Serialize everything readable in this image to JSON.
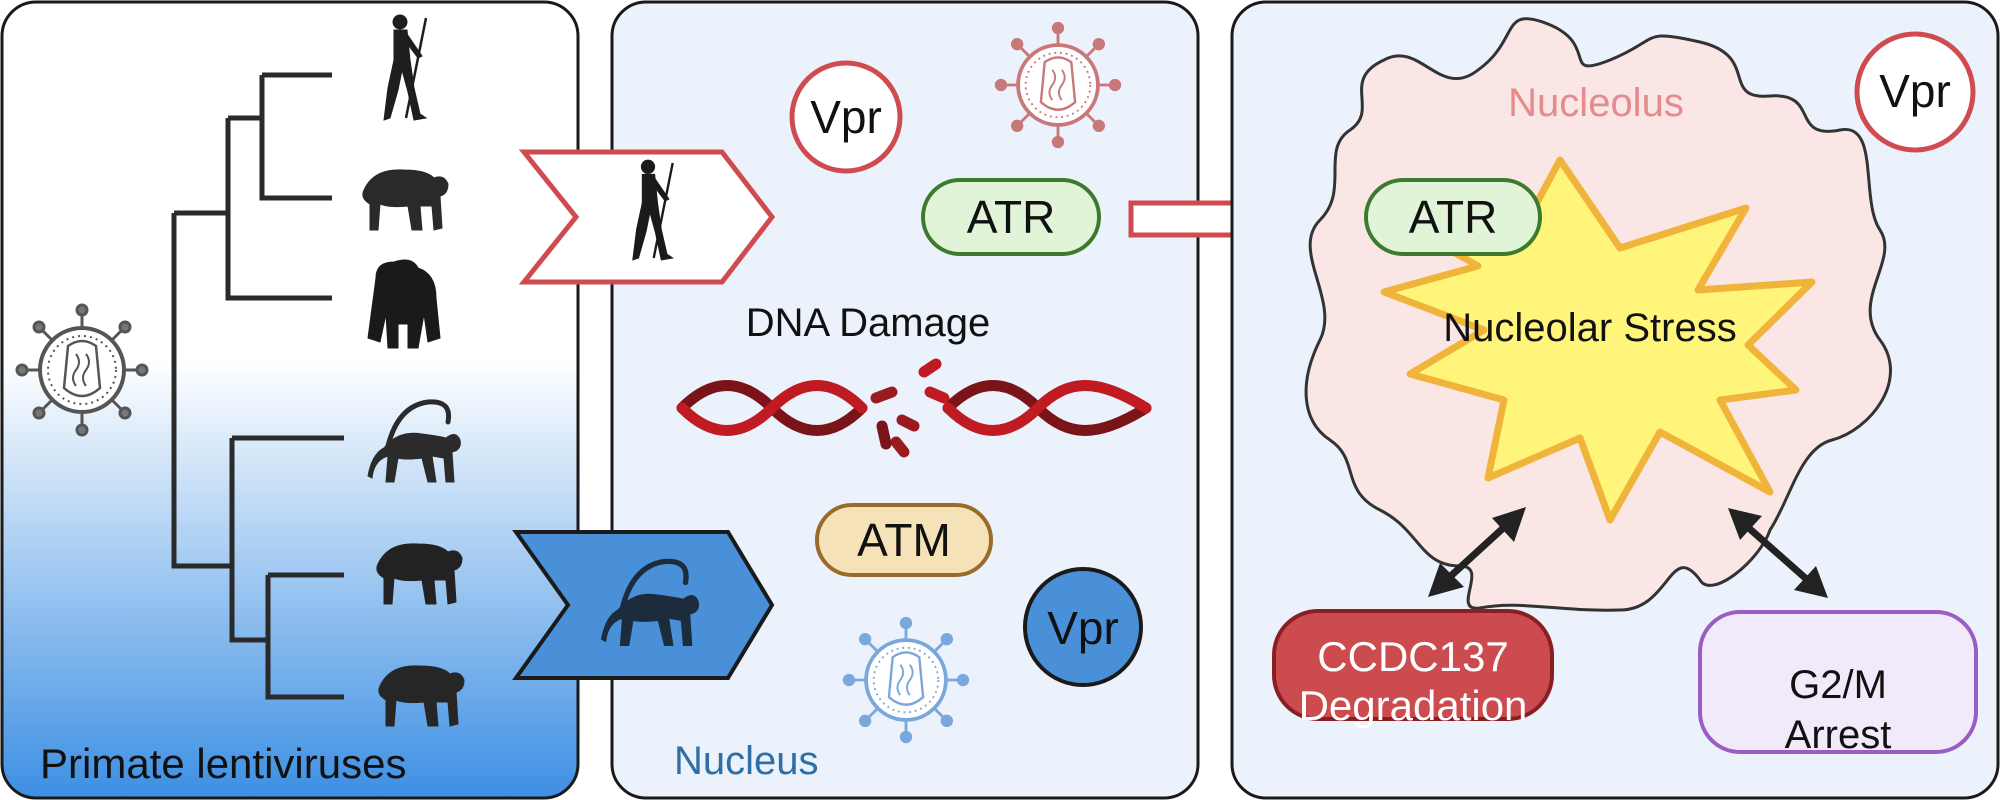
{
  "panel_left": {
    "caption": "Primate lentiviruses",
    "species_icons": [
      "human-icon",
      "chimpanzee-icon",
      "gorilla-icon",
      "monkey-icon",
      "baboon-icon",
      "macaque-icon"
    ]
  },
  "panel_middle": {
    "vpr_top": "Vpr",
    "atr": "ATR",
    "dna_damage": "DNA Damage",
    "atm": "ATM",
    "vpr_bottom": "Vpr",
    "nucleus": "Nucleus"
  },
  "panel_right": {
    "vpr": "Vpr",
    "nucleolus": "Nucleolus",
    "atr": "ATR",
    "nucleolar_stress": "Nucleolar Stress",
    "ccdc137_line1": "CCDC137",
    "ccdc137_line2": "Degradation",
    "g2m_line1": "G2/M",
    "g2m_line2": "Arrest"
  },
  "colors": {
    "red": "#cf4b4f",
    "blue": "#4a90d9",
    "green_border": "#3e7a2e",
    "green_fill": "#e2f4d8",
    "atm_border": "#9a6a2a",
    "atm_fill": "#f5e2b8",
    "star_fill": "#fff57a",
    "star_border": "#f0b43a",
    "nucleolus_fill": "#fbe6e6",
    "ccdc_fill": "#cc4b4e",
    "g2m_border": "#9a5ec2",
    "g2m_fill": "#f1eafa",
    "nucleus_label": "#2f6fa8",
    "nucleolus_label": "#e48b8e"
  }
}
